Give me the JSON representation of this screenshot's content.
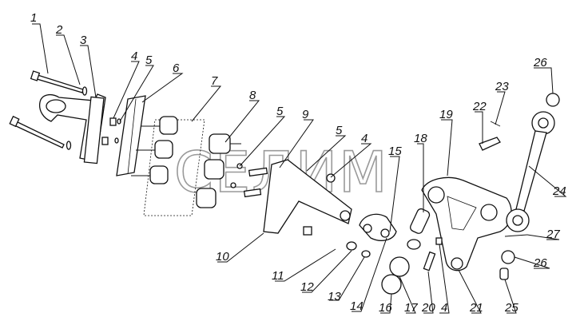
{
  "diagram": {
    "watermark": "СЕЛИМ",
    "callouts": [
      {
        "id": "c1",
        "label": "1"
      },
      {
        "id": "c2",
        "label": "2"
      },
      {
        "id": "c3",
        "label": "3"
      },
      {
        "id": "c4a",
        "label": "4"
      },
      {
        "id": "c5a",
        "label": "5"
      },
      {
        "id": "c6",
        "label": "6"
      },
      {
        "id": "c7",
        "label": "7"
      },
      {
        "id": "c8",
        "label": "8"
      },
      {
        "id": "c5b",
        "label": "5"
      },
      {
        "id": "c9",
        "label": "9"
      },
      {
        "id": "c5c",
        "label": "5"
      },
      {
        "id": "c4b",
        "label": "4"
      },
      {
        "id": "c15",
        "label": "15"
      },
      {
        "id": "c18",
        "label": "18"
      },
      {
        "id": "c19",
        "label": "19"
      },
      {
        "id": "c22",
        "label": "22"
      },
      {
        "id": "c23",
        "label": "23"
      },
      {
        "id": "c26a",
        "label": "26"
      },
      {
        "id": "c24",
        "label": "24"
      },
      {
        "id": "c27",
        "label": "27"
      },
      {
        "id": "c26b",
        "label": "26"
      },
      {
        "id": "c10",
        "label": "10"
      },
      {
        "id": "c11",
        "label": "11"
      },
      {
        "id": "c12",
        "label": "12"
      },
      {
        "id": "c13",
        "label": "13"
      },
      {
        "id": "c14",
        "label": "14"
      },
      {
        "id": "c16",
        "label": "16"
      },
      {
        "id": "c17",
        "label": "17"
      },
      {
        "id": "c20",
        "label": "20"
      },
      {
        "id": "c4c",
        "label": "4"
      },
      {
        "id": "c21",
        "label": "21"
      },
      {
        "id": "c25",
        "label": "25"
      }
    ]
  }
}
